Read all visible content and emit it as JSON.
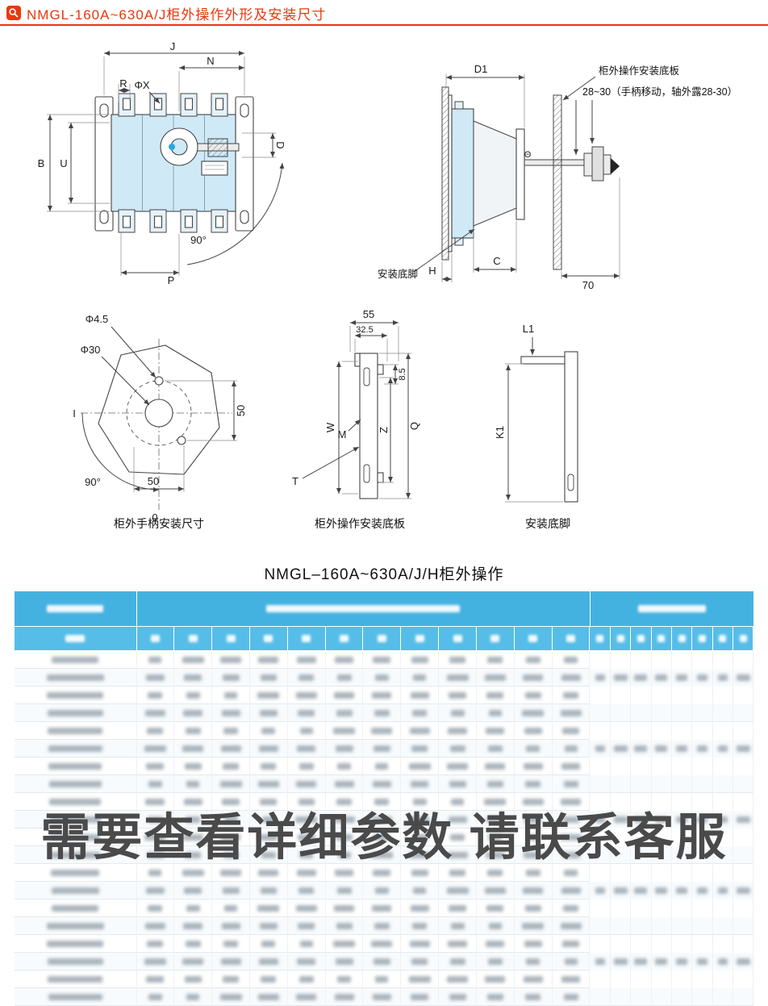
{
  "page": {
    "title": "NMGL-160A~630A/J柜外操作外形及安装尺寸",
    "model_caption": "NMGL–160A~630A/J/H柜外操作",
    "watermark": "需要查看详细参数 请联系客服"
  },
  "colors": {
    "accent_red": "#e8380c",
    "table_header_blue": "#44b2e1",
    "table_header_blue_light": "#56bde8",
    "diagram_fill_blue": "#cfe9f7",
    "watermark_gray": "#4a4a4a"
  },
  "front": {
    "J": "J",
    "N": "N",
    "R": "R",
    "phiX": "ΦX",
    "B": "B",
    "U": "U",
    "D": "D",
    "P": "P",
    "angle": "90°"
  },
  "side": {
    "D1": "D1",
    "H": "H",
    "C": "C",
    "d70": "70",
    "theta": "Θ",
    "plate_label": "柜外操作安装底板",
    "travel_label": "28~30（手柄移动，轴外露28-30）",
    "foot_label": "安装底脚"
  },
  "handle": {
    "phi45": "Φ4.5",
    "phi30": "Φ30",
    "v50": "50",
    "h50": "50",
    "angle": "90°",
    "zero": "0",
    "axis_i": "I",
    "caption": "柜外手柄安装尺寸"
  },
  "plate": {
    "d55": "55",
    "d32_5": "32.5",
    "d8_5": "8.5",
    "W": "W",
    "M": "M",
    "Z": "Z",
    "Q": "Q",
    "T": "T",
    "caption": "柜外操作安装底板"
  },
  "foot": {
    "L1": "L1",
    "K1": "K1",
    "caption": "安装底脚"
  },
  "table": {
    "row_count": 20,
    "middle_cols": 12,
    "right_cols": 8,
    "merge_rows": 4
  }
}
